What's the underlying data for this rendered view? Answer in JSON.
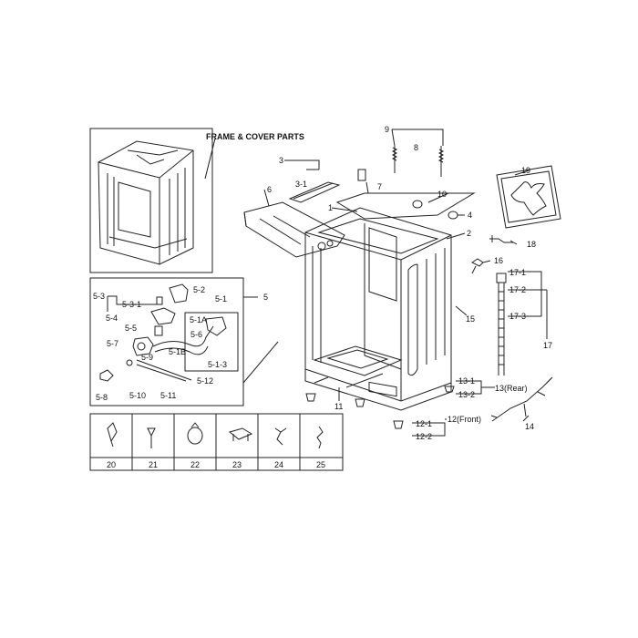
{
  "frame_title": "FRAME & COVER PARTS",
  "labels": {
    "l9": "9",
    "l8": "8",
    "l19": "19",
    "l3": "3",
    "l31": "3-1",
    "l7": "7",
    "l6": "6",
    "l1": "1",
    "l10": "10",
    "l4": "4",
    "l2": "2",
    "l18": "18",
    "l16": "16",
    "l171": "17-1",
    "l172": "17-2",
    "l173": "17-3",
    "l17": "17",
    "l15": "15",
    "l5": "5",
    "l52": "5-2",
    "l53": "5-3",
    "l531": "5-3-1",
    "l51": "5-1",
    "l54": "5-4",
    "l55": "5-5",
    "l51a": "5-1A",
    "l56": "5-6",
    "l57": "5-7",
    "l51b": "5-1B",
    "l513": "5-1-3",
    "l59": "5-9",
    "l512": "5-12",
    "l58": "5-8",
    "l510": "5-10",
    "l511": "5-11",
    "l11": "11",
    "l131": "13-1",
    "l132": "13-2",
    "l13": "13(Rear)",
    "l14": "14",
    "l121": "12-1",
    "l122": "12-2",
    "l12": "12(Front)"
  },
  "bottom_cells": [
    "20",
    "21",
    "22",
    "23",
    "24",
    "25"
  ]
}
